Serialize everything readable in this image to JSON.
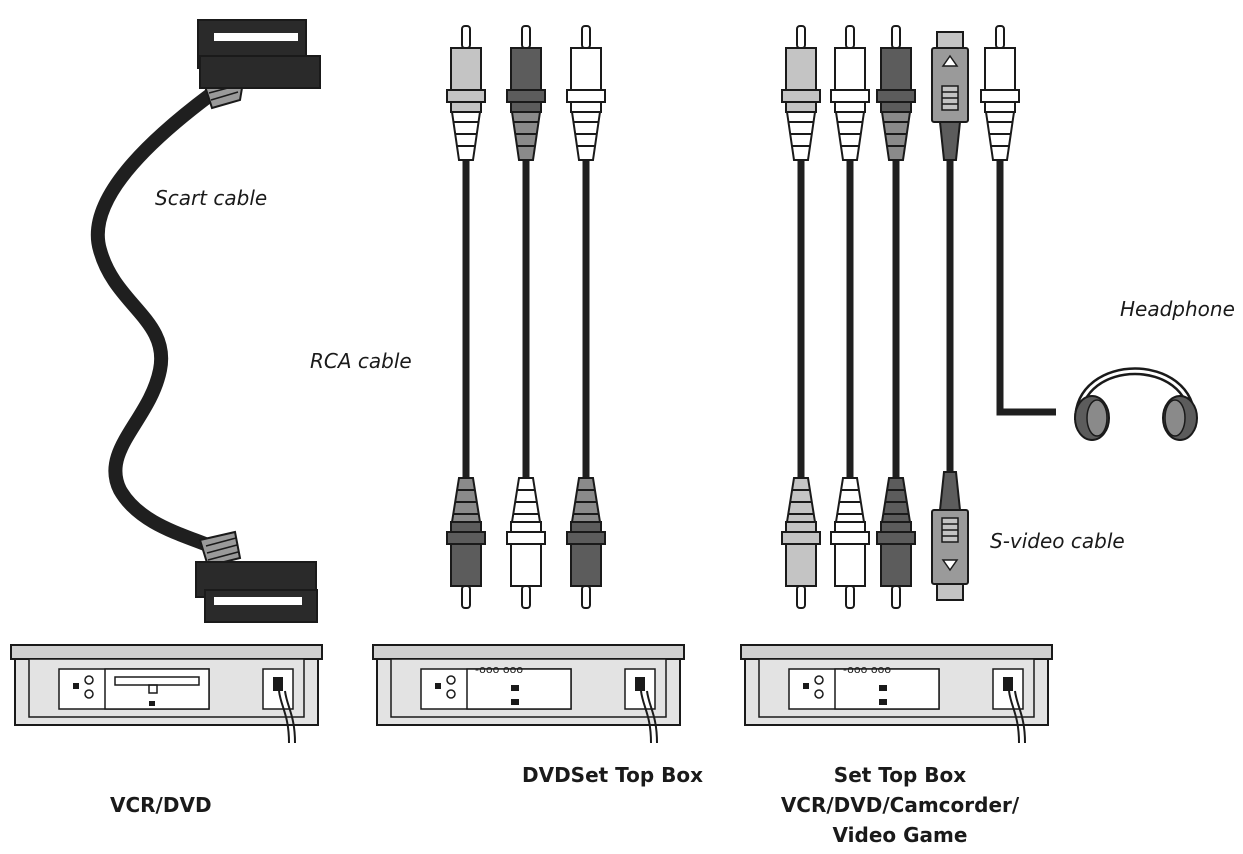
{
  "labels": {
    "scart_cable": "Scart cable",
    "rca_cable": "RCA cable",
    "headphone": "Headphone",
    "s_video_cable": "S-video cable"
  },
  "devices": [
    {
      "name": "VCR/DVD",
      "lines": [
        "VCR/DVD"
      ]
    },
    {
      "name": "DVDSet Top Box",
      "lines": [
        "DVDSet Top Box"
      ]
    },
    {
      "name": "Set Top Box VCR/DVD/Camcorder/Video Game",
      "lines": [
        "Set Top Box",
        "VCR/DVD/Camcorder/",
        "Video Game"
      ]
    }
  ],
  "colors": {
    "line": "#1a1a1a",
    "cable": "#1f1f1f",
    "plug_light": "#c4c4c4",
    "plug_mid": "#8a8a8a",
    "plug_dark": "#5c5c5c",
    "plug_white": "#ffffff",
    "device_face": "#e3e3e3",
    "svideo_body": "#9a9a9a"
  },
  "icons": [
    "scart-plug-icon",
    "rca-plug-icon",
    "s-video-plug-icon",
    "headphone-icon",
    "device-box-icon"
  ]
}
